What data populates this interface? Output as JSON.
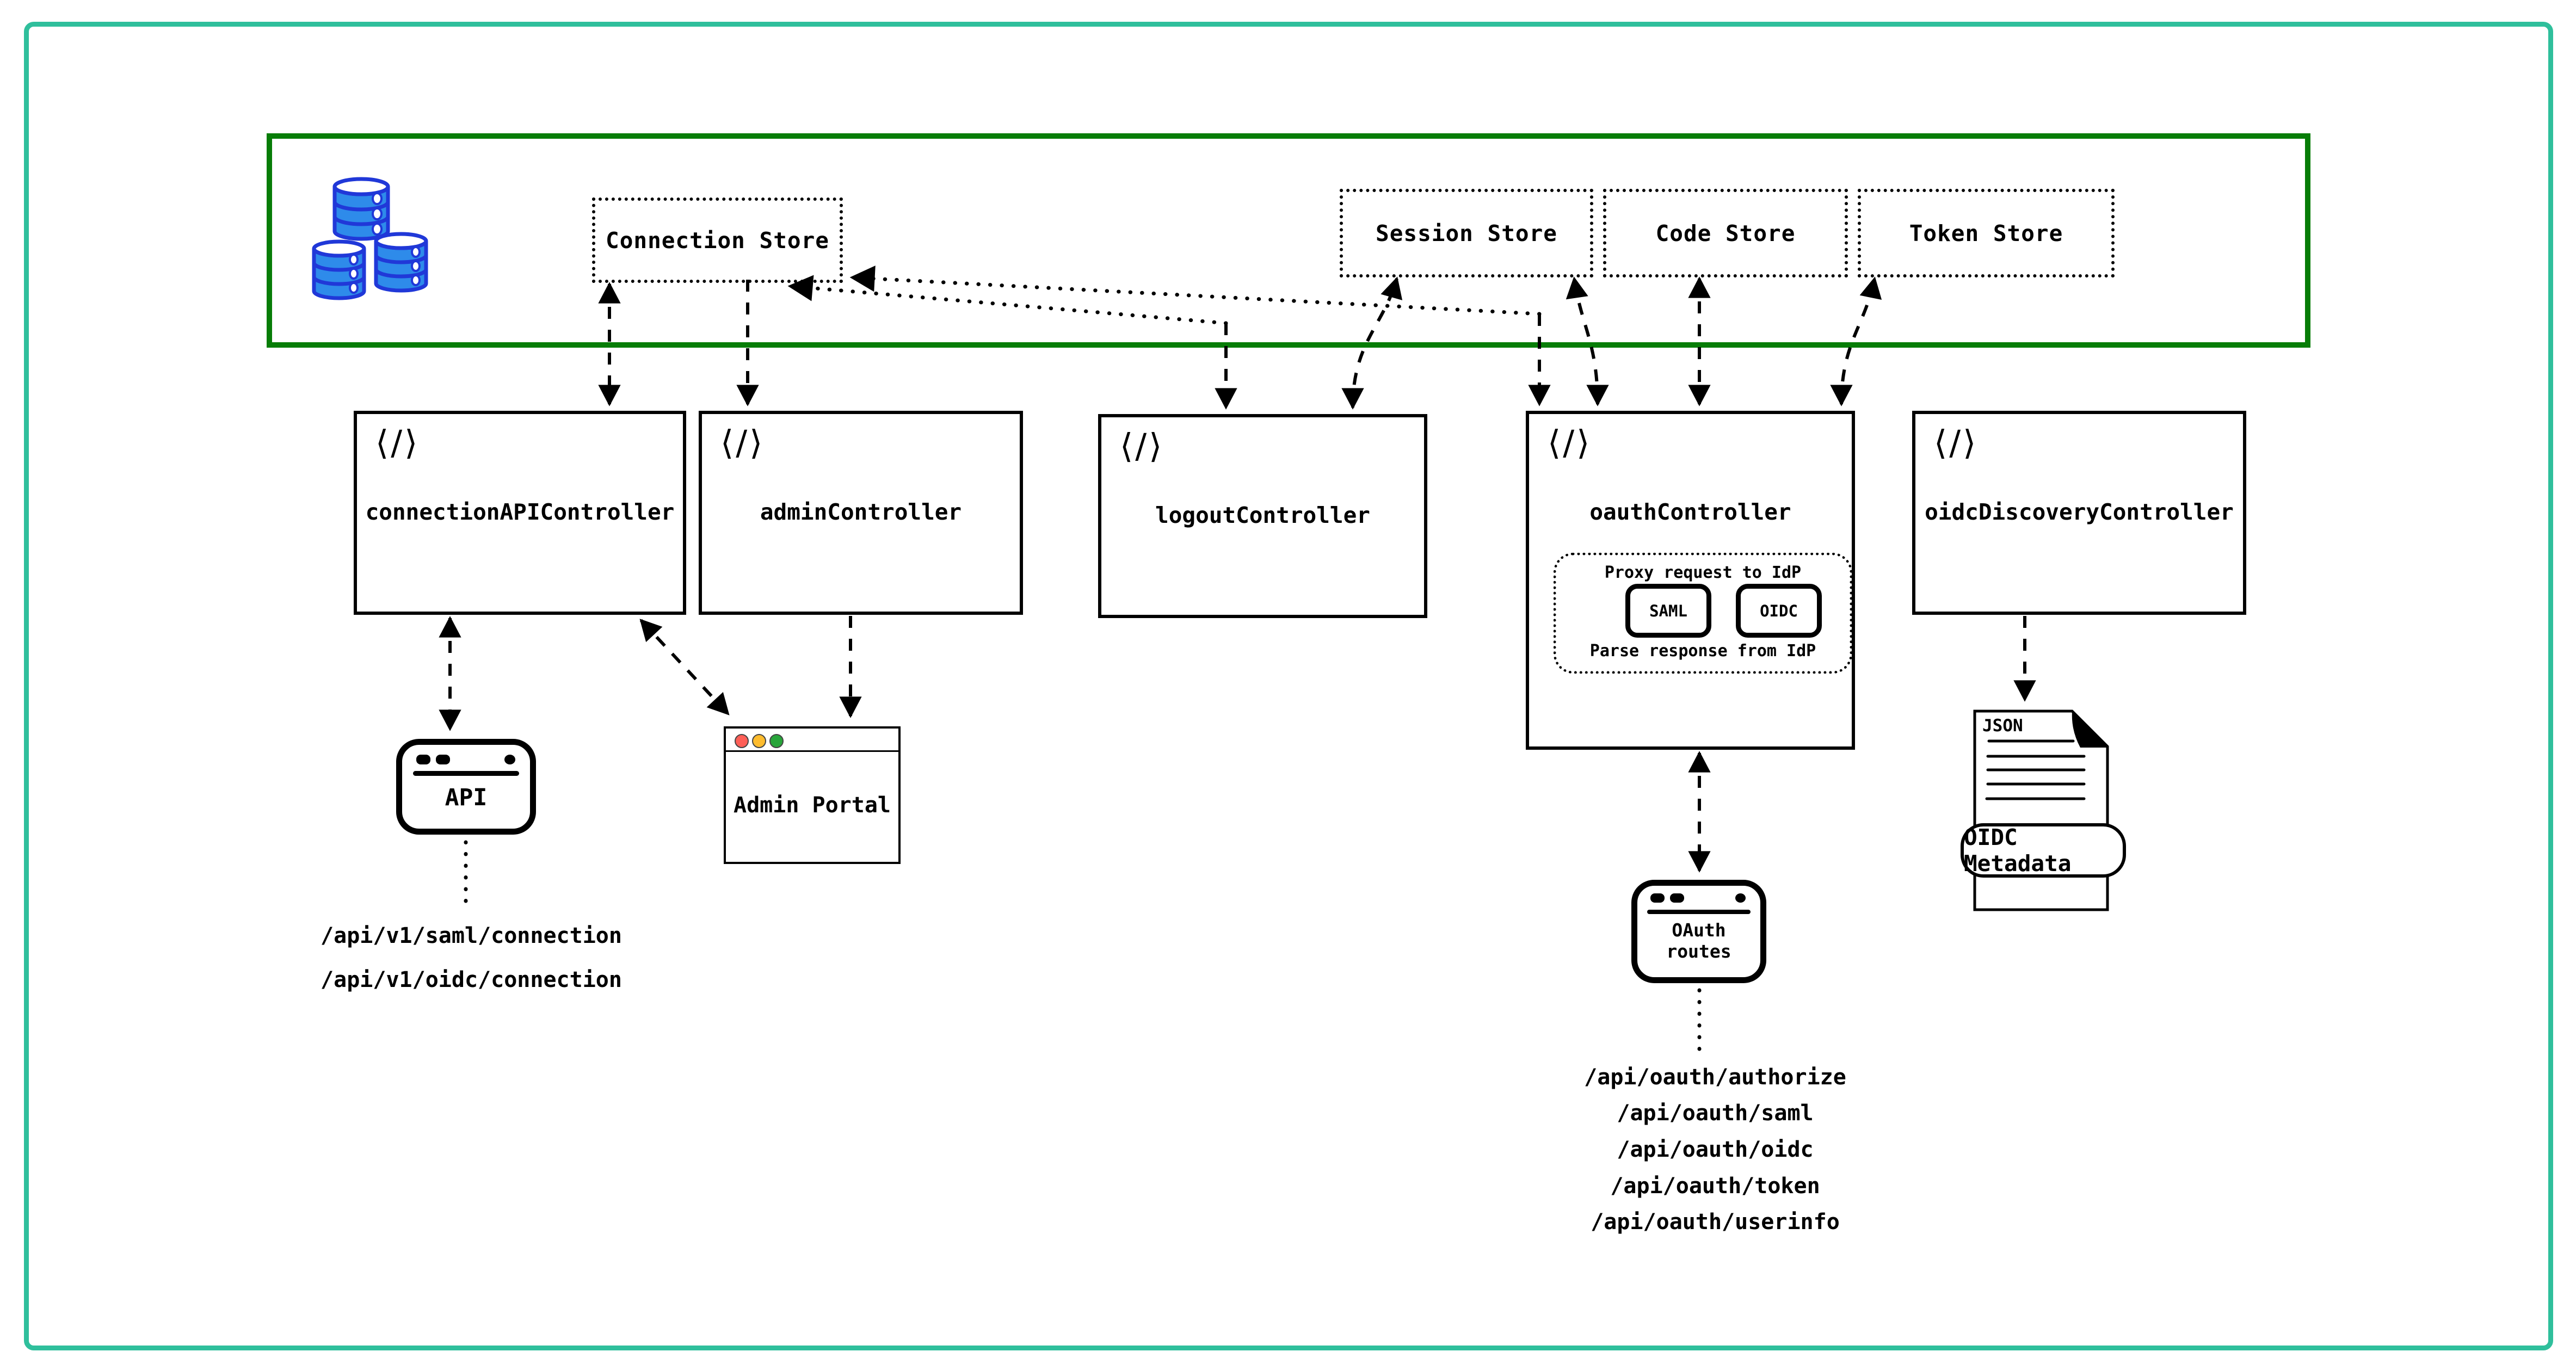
{
  "colors": {
    "outer_border": "#2fbf9c",
    "data_layer_border": "#077d07",
    "db_fill": "#2e8bea",
    "db_outline": "#2038d8",
    "traffic_red": "#ff5f57",
    "traffic_yellow": "#febc2e",
    "traffic_green": "#28a53a"
  },
  "icons": {
    "code": "⟨/⟩"
  },
  "stores": [
    {
      "label": "Connection Store"
    },
    {
      "label": "Session Store"
    },
    {
      "label": "Code Store"
    },
    {
      "label": "Token Store"
    }
  ],
  "controllers": [
    {
      "label": "connectionAPIController"
    },
    {
      "label": "adminController"
    },
    {
      "label": "logoutController"
    },
    {
      "label": "oauthController"
    },
    {
      "label": "oidcDiscoveryController"
    }
  ],
  "oauth_internal": {
    "proxy_label": "Proxy request to IdP",
    "parse_label": "Parse response from IdP",
    "protocols": [
      "SAML",
      "OIDC"
    ]
  },
  "windows": {
    "api": {
      "label": "API"
    },
    "admin_portal": {
      "label": "Admin Portal"
    },
    "oauth_routes": {
      "label": "OAuth routes"
    }
  },
  "json_doc": {
    "type_label": "JSON",
    "banner_label": "OIDC Metadata"
  },
  "api_routes": [
    "/api/v1/saml/connection",
    "/api/v1/oidc/connection"
  ],
  "oauth_route_list": [
    "/api/oauth/authorize",
    "/api/oauth/saml",
    "/api/oauth/oidc",
    "/api/oauth/token",
    "/api/oauth/userinfo"
  ]
}
